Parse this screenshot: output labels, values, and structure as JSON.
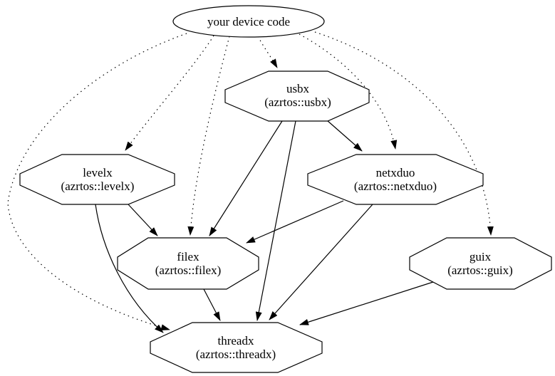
{
  "diagram": {
    "type": "dependency-graph",
    "colors": {
      "background": "#ffffff",
      "node_fill": "#ffffff",
      "stroke": "#000000",
      "text": "#000000"
    },
    "nodes": {
      "device_code": {
        "label": "your device code",
        "shape": "ellipse"
      },
      "usbx": {
        "label": "usbx",
        "sublabel": "(azrtos::usbx)",
        "shape": "octagon"
      },
      "levelx": {
        "label": "levelx",
        "sublabel": "(azrtos::levelx)",
        "shape": "octagon"
      },
      "netxduo": {
        "label": "netxduo",
        "sublabel": "(azrtos::netxduo)",
        "shape": "octagon"
      },
      "filex": {
        "label": "filex",
        "sublabel": "(azrtos::filex)",
        "shape": "octagon"
      },
      "guix": {
        "label": "guix",
        "sublabel": "(azrtos::guix)",
        "shape": "octagon"
      },
      "threadx": {
        "label": "threadx",
        "sublabel": "(azrtos::threadx)",
        "shape": "octagon"
      }
    },
    "edges": [
      {
        "from": "device_code",
        "to": "usbx",
        "style": "dotted"
      },
      {
        "from": "device_code",
        "to": "levelx",
        "style": "dotted"
      },
      {
        "from": "device_code",
        "to": "netxduo",
        "style": "dotted"
      },
      {
        "from": "device_code",
        "to": "filex",
        "style": "dotted"
      },
      {
        "from": "device_code",
        "to": "guix",
        "style": "dotted"
      },
      {
        "from": "device_code",
        "to": "threadx",
        "style": "dotted"
      },
      {
        "from": "usbx",
        "to": "netxduo",
        "style": "solid"
      },
      {
        "from": "usbx",
        "to": "filex",
        "style": "solid"
      },
      {
        "from": "usbx",
        "to": "threadx",
        "style": "solid"
      },
      {
        "from": "levelx",
        "to": "filex",
        "style": "solid"
      },
      {
        "from": "levelx",
        "to": "threadx",
        "style": "solid"
      },
      {
        "from": "netxduo",
        "to": "filex",
        "style": "solid"
      },
      {
        "from": "netxduo",
        "to": "threadx",
        "style": "solid"
      },
      {
        "from": "filex",
        "to": "threadx",
        "style": "solid"
      },
      {
        "from": "guix",
        "to": "threadx",
        "style": "solid"
      }
    ]
  }
}
